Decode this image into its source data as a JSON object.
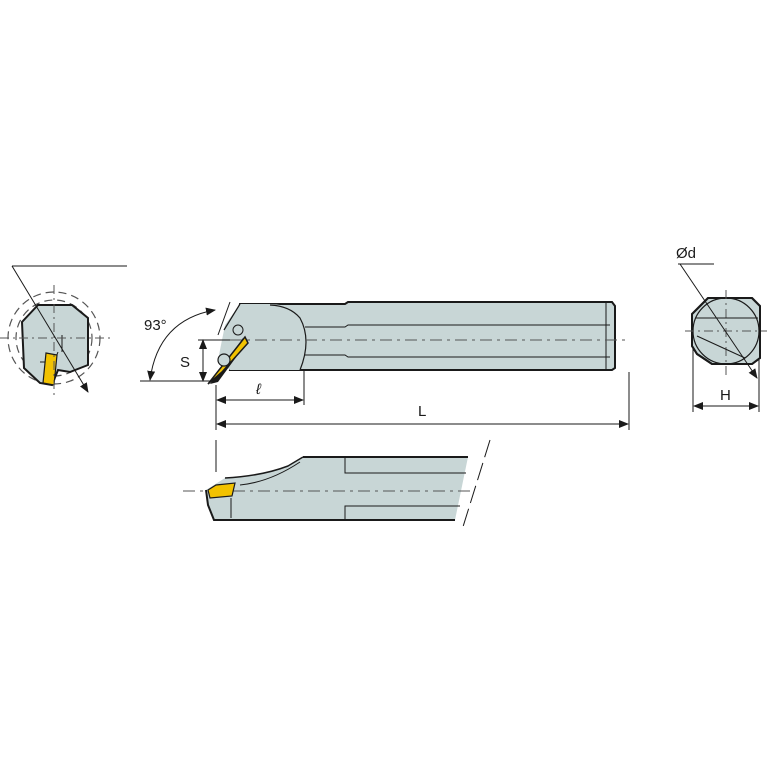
{
  "drawing": {
    "title": "Boring bar with VCMT insert - dimension drawing",
    "colors": {
      "body_fill": "#c8d6d6",
      "outline": "#1a1a1a",
      "insert_fill": "#f2c200",
      "dim_line": "#333333",
      "center_line": "#555555"
    }
  },
  "labels": {
    "angle": "93°",
    "s": "S",
    "ell": "ℓ",
    "L": "L",
    "diameter": "Ød",
    "H": "H"
  },
  "views": {
    "front_view": "front-end-view",
    "side_view": "side-view",
    "top_view": "top-view",
    "shank_section": "shank-end-section"
  }
}
